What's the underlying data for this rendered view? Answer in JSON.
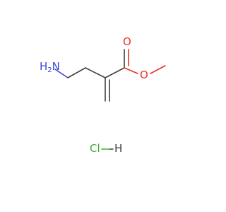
{
  "molecule": {
    "atoms": {
      "nh2": {
        "text": "H2N",
        "color": "#3a49d8"
      },
      "carbonyl_o": {
        "text": "O",
        "color": "#e8322a"
      },
      "ester_o": {
        "text": "O",
        "color": "#e8322a"
      },
      "cl": {
        "text": "Cl",
        "color": "#3fae34"
      },
      "h": {
        "text": "H",
        "color": "#404040"
      }
    }
  }
}
